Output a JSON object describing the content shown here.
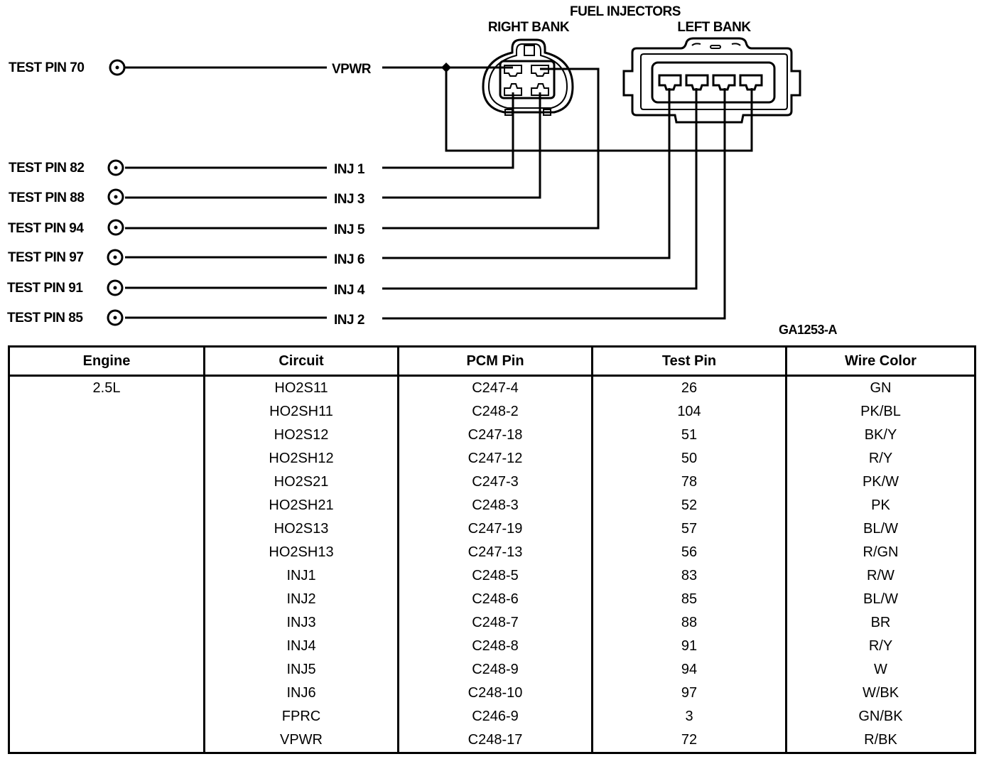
{
  "diagram": {
    "title": "FUEL INJECTORS",
    "right_bank_label": "RIGHT BANK",
    "left_bank_label": "LEFT BANK",
    "reference_code": "GA1253-A",
    "test_pins": [
      {
        "label": "TEST PIN 70",
        "circuit": "VPWR"
      },
      {
        "label": "TEST PIN 82",
        "circuit": "INJ 1"
      },
      {
        "label": "TEST PIN 88",
        "circuit": "INJ 3"
      },
      {
        "label": "TEST PIN 94",
        "circuit": "INJ 5"
      },
      {
        "label": "TEST PIN 97",
        "circuit": "INJ 6"
      },
      {
        "label": "TEST PIN 91",
        "circuit": "INJ 4"
      },
      {
        "label": "TEST PIN 85",
        "circuit": "INJ 2"
      }
    ]
  },
  "table": {
    "headers": [
      "Engine",
      "Circuit",
      "PCM Pin",
      "Test Pin",
      "Wire Color"
    ],
    "engine": "2.5L",
    "rows": [
      {
        "circuit": "HO2S11",
        "pcm_pin": "C247-4",
        "test_pin": "26",
        "wire_color": "GN"
      },
      {
        "circuit": "HO2SH11",
        "pcm_pin": "C248-2",
        "test_pin": "104",
        "wire_color": "PK/BL"
      },
      {
        "circuit": "HO2S12",
        "pcm_pin": "C247-18",
        "test_pin": "51",
        "wire_color": "BK/Y"
      },
      {
        "circuit": "HO2SH12",
        "pcm_pin": "C247-12",
        "test_pin": "50",
        "wire_color": "R/Y"
      },
      {
        "circuit": "HO2S21",
        "pcm_pin": "C247-3",
        "test_pin": "78",
        "wire_color": "PK/W"
      },
      {
        "circuit": "HO2SH21",
        "pcm_pin": "C248-3",
        "test_pin": "52",
        "wire_color": "PK"
      },
      {
        "circuit": "HO2S13",
        "pcm_pin": "C247-19",
        "test_pin": "57",
        "wire_color": "BL/W"
      },
      {
        "circuit": "HO2SH13",
        "pcm_pin": "C247-13",
        "test_pin": "56",
        "wire_color": "R/GN"
      },
      {
        "circuit": "INJ1",
        "pcm_pin": "C248-5",
        "test_pin": "83",
        "wire_color": "R/W"
      },
      {
        "circuit": "INJ2",
        "pcm_pin": "C248-6",
        "test_pin": "85",
        "wire_color": "BL/W"
      },
      {
        "circuit": "INJ3",
        "pcm_pin": "C248-7",
        "test_pin": "88",
        "wire_color": "BR"
      },
      {
        "circuit": "INJ4",
        "pcm_pin": "C248-8",
        "test_pin": "91",
        "wire_color": "R/Y"
      },
      {
        "circuit": "INJ5",
        "pcm_pin": "C248-9",
        "test_pin": "94",
        "wire_color": "W"
      },
      {
        "circuit": "INJ6",
        "pcm_pin": "C248-10",
        "test_pin": "97",
        "wire_color": "W/BK"
      },
      {
        "circuit": "FPRC",
        "pcm_pin": "C246-9",
        "test_pin": "3",
        "wire_color": "GN/BK"
      },
      {
        "circuit": "VPWR",
        "pcm_pin": "C248-17",
        "test_pin": "72",
        "wire_color": "R/BK"
      }
    ]
  }
}
